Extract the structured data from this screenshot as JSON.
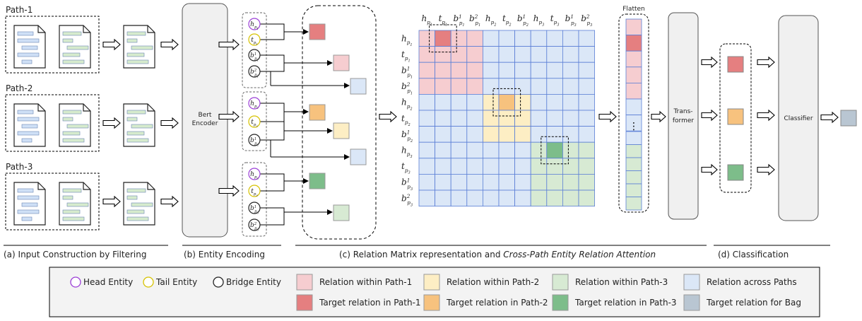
{
  "colors": {
    "pink_light": "#f6cdd0",
    "pink_dark": "#e57f80",
    "yellow_light": "#fdeec4",
    "orange": "#f7c27e",
    "green_light": "#d7ead3",
    "green_dark": "#7dbd8a",
    "blue_light": "#dbe7f7",
    "grid_line": "#5b7fd6",
    "slate": "#b9c6d2",
    "purple": "#9b3fd6",
    "yellow": "#d6c200",
    "doc_blue": "#cfe0f6",
    "doc_green": "#d6ebcd"
  },
  "paths": [
    "Path-1",
    "Path-2",
    "Path-3"
  ],
  "encoder": {
    "label_line1": "Bert",
    "label_line2": "Encoder"
  },
  "transformer": {
    "label_line1": "Trans-",
    "label_line2": "former"
  },
  "classifier": {
    "label": "Classifier"
  },
  "flatten": {
    "label": "Flatten",
    "dots": "⋮"
  },
  "section_captions": {
    "a": "(a) Input Construction by Filtering",
    "b": "(b) Entity Encoding",
    "c_prefix": "(c) Relation Matrix representation and ",
    "c_italic": "Cross-Path Entity Relation Attention",
    "d": "(d) Classification"
  },
  "matrix": {
    "col_labels": [
      {
        "b": "h",
        "sub": "p",
        "subsub": "1",
        "sup": ""
      },
      {
        "b": "t",
        "sub": "p",
        "subsub": "1",
        "sup": ""
      },
      {
        "b": "b",
        "sub": "p",
        "subsub": "1",
        "sup": "1"
      },
      {
        "b": "b",
        "sub": "p",
        "subsub": "1",
        "sup": "2"
      },
      {
        "b": "h",
        "sub": "p",
        "subsub": "2",
        "sup": ""
      },
      {
        "b": "t",
        "sub": "p",
        "subsub": "2",
        "sup": ""
      },
      {
        "b": "b",
        "sub": "p",
        "subsub": "2",
        "sup": "1"
      },
      {
        "b": "h",
        "sub": "p",
        "subsub": "3",
        "sup": ""
      },
      {
        "b": "t",
        "sub": "p",
        "subsub": "3",
        "sup": ""
      },
      {
        "b": "b",
        "sub": "p",
        "subsub": "3",
        "sup": "1"
      },
      {
        "b": "b",
        "sub": "p",
        "subsub": "3",
        "sup": "2"
      }
    ],
    "row_labels": [
      {
        "b": "h",
        "sub": "p",
        "subsub": "1",
        "sup": ""
      },
      {
        "b": "t",
        "sub": "p",
        "subsub": "1",
        "sup": ""
      },
      {
        "b": "b",
        "sub": "p",
        "subsub": "1",
        "sup": "1"
      },
      {
        "b": "b",
        "sub": "p",
        "subsub": "1",
        "sup": "2"
      },
      {
        "b": "h",
        "sub": "p",
        "subsub": "2",
        "sup": ""
      },
      {
        "b": "t",
        "sub": "p",
        "subsub": "2",
        "sup": ""
      },
      {
        "b": "b",
        "sub": "p",
        "subsub": "2",
        "sup": "1"
      },
      {
        "b": "h",
        "sub": "p",
        "subsub": "3",
        "sup": ""
      },
      {
        "b": "t",
        "sub": "p",
        "subsub": "3",
        "sup": ""
      },
      {
        "b": "b",
        "sub": "p",
        "subsub": "3",
        "sup": "1"
      },
      {
        "b": "b",
        "sub": "p",
        "subsub": "3",
        "sup": "2"
      }
    ]
  },
  "entities": [
    {
      "b": "h",
      "subsub": "1",
      "sup": "",
      "type": "head"
    },
    {
      "b": "t",
      "subsub": "1",
      "sup": "",
      "type": "tail"
    },
    {
      "b": "b",
      "subsub": "1",
      "sup": "1",
      "type": "bridge"
    },
    {
      "b": "b",
      "subsub": "1",
      "sup": "2",
      "type": "bridge"
    },
    {
      "b": "h",
      "subsub": "2",
      "sup": "",
      "type": "head"
    },
    {
      "b": "t",
      "subsub": "2",
      "sup": "",
      "type": "tail"
    },
    {
      "b": "b",
      "subsub": "2",
      "sup": "1",
      "type": "bridge"
    },
    {
      "b": "h",
      "subsub": "3",
      "sup": "",
      "type": "head"
    },
    {
      "b": "t",
      "subsub": "3",
      "sup": "",
      "type": "tail"
    },
    {
      "b": "b",
      "subsub": "3",
      "sup": "1",
      "type": "bridge"
    },
    {
      "b": "b",
      "subsub": "3",
      "sup": "2",
      "type": "bridge"
    }
  ],
  "legend": {
    "head": "Head Entity",
    "tail": "Tail Entity",
    "bridge": "Bridge Entity",
    "rel_p1": "Relation within Path-1",
    "rel_p2": "Relation within Path-2",
    "rel_p3": "Relation within Path-3",
    "rel_across": "Relation across Paths",
    "target_p1": "Target relation in Path-1",
    "target_p2": "Target relation in Path-2",
    "target_p3": "Target relation in Path-3",
    "target_bag": "Target relation for Bag"
  }
}
